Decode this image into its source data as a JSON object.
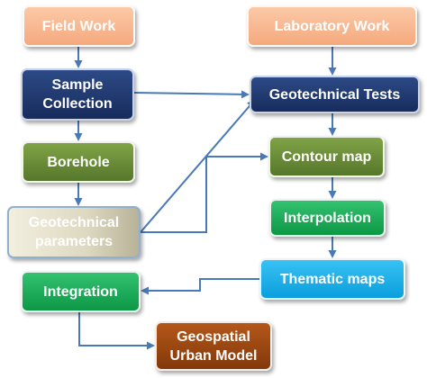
{
  "boxes": {
    "field_work": "Field Work",
    "laboratory_work": "Laboratory Work",
    "sample_collection": "Sample\nCollection",
    "geotechnical_tests": "Geotechnical  Tests",
    "borehole": "Borehole",
    "contour_map": "Contour map",
    "geotechnical_parameters": "Geotechnical\nparameters",
    "interpolation": "Interpolation",
    "thematic_maps": "Thematic maps",
    "integration": "Integration",
    "geospatial_urban_model": "Geospatial\nUrban Model"
  },
  "connector_color": "#4a79b8"
}
